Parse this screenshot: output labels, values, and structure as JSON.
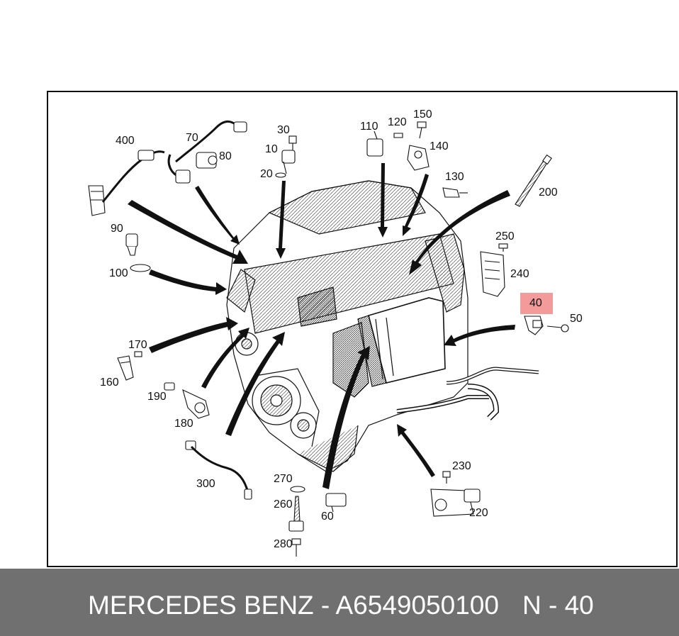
{
  "diagram": {
    "callouts": [
      {
        "id": "400",
        "label": "400"
      },
      {
        "id": "70",
        "label": "70"
      },
      {
        "id": "80",
        "label": "80"
      },
      {
        "id": "30",
        "label": "30"
      },
      {
        "id": "10",
        "label": "10"
      },
      {
        "id": "20",
        "label": "20"
      },
      {
        "id": "110",
        "label": "110"
      },
      {
        "id": "120",
        "label": "120"
      },
      {
        "id": "150",
        "label": "150"
      },
      {
        "id": "140",
        "label": "140"
      },
      {
        "id": "130",
        "label": "130"
      },
      {
        "id": "200",
        "label": "200"
      },
      {
        "id": "90",
        "label": "90"
      },
      {
        "id": "100",
        "label": "100"
      },
      {
        "id": "250",
        "label": "250"
      },
      {
        "id": "240",
        "label": "240"
      },
      {
        "id": "40",
        "label": "40"
      },
      {
        "id": "50",
        "label": "50"
      },
      {
        "id": "170",
        "label": "170"
      },
      {
        "id": "160",
        "label": "160"
      },
      {
        "id": "190",
        "label": "190"
      },
      {
        "id": "180",
        "label": "180"
      },
      {
        "id": "230",
        "label": "230"
      },
      {
        "id": "300",
        "label": "300"
      },
      {
        "id": "270",
        "label": "270"
      },
      {
        "id": "260",
        "label": "260"
      },
      {
        "id": "60",
        "label": "60"
      },
      {
        "id": "220",
        "label": "220"
      },
      {
        "id": "280",
        "label": "280"
      }
    ],
    "highlighted_callout": "40",
    "highlight_color": "#f39a9a"
  },
  "footer": {
    "part_text": "MERCEDES BENZ - A6549050100",
    "ref_text": "N - 40",
    "background_color": "#707070",
    "text_color": "#ffffff"
  }
}
